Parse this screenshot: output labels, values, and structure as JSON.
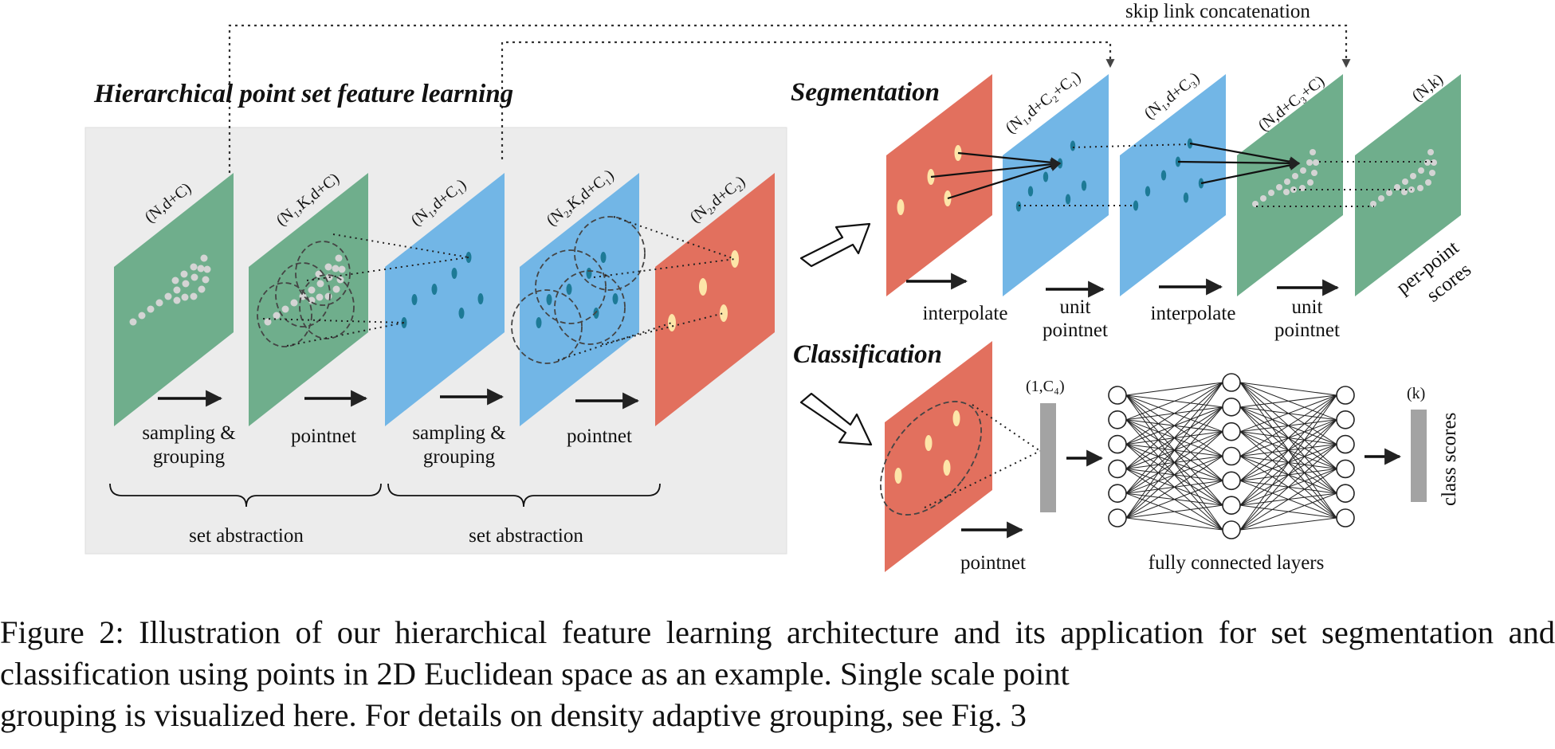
{
  "colors": {
    "green": "#6fae8c",
    "blue": "#72b6e6",
    "red": "#e2705e",
    "panel": "#ececec",
    "light_point": "#d0d0d0",
    "yellow_point": "#fde5a8",
    "teal_point": "#1d7a96",
    "grey_bar": "#a3a3a3"
  },
  "labels": {
    "skip_link": "skip link concatenation",
    "hier_title": "Hierarchical point set feature learning",
    "segmentation": "Segmentation",
    "classification": "Classification",
    "dims": {
      "a": "(N,d+C)",
      "b": "(N₁,K,d+C)",
      "c": "(N₁,d+C₁)",
      "d": "(N₂,K,d+C₁)",
      "e": "(N₂,d+C₂)",
      "s2": "(N₁,d+C₂+C₁)",
      "s3": "(N₁,d+C₃)",
      "s4": "(N,d+C₃+C)",
      "s5": "(N,k)",
      "c4": "(1,C₄)",
      "k": "(k)"
    },
    "ops": {
      "sampling1": "sampling &",
      "grouping1": "grouping",
      "pointnet1": "pointnet",
      "sampling2": "sampling &",
      "grouping2": "grouping",
      "pointnet2": "pointnet",
      "set_abs1": "set abstraction",
      "set_abs2": "set abstraction",
      "interp1": "interpolate",
      "unit1a": "unit",
      "unit1b": "pointnet",
      "interp2": "interpolate",
      "unit2a": "unit",
      "unit2b": "pointnet",
      "perpoint1": "per-point",
      "perpoint2": "scores",
      "cls_pointnet": "pointnet",
      "fc": "fully connected layers",
      "class_scores": "class scores"
    }
  },
  "caption": {
    "line1": "Figure 2: Illustration of our hierarchical feature learning architecture and its application for set segmentation and classification using points in 2D Euclidean space as an example. Single scale point",
    "line2": "grouping is visualized here. For details on density adaptive grouping, see Fig. 3"
  }
}
